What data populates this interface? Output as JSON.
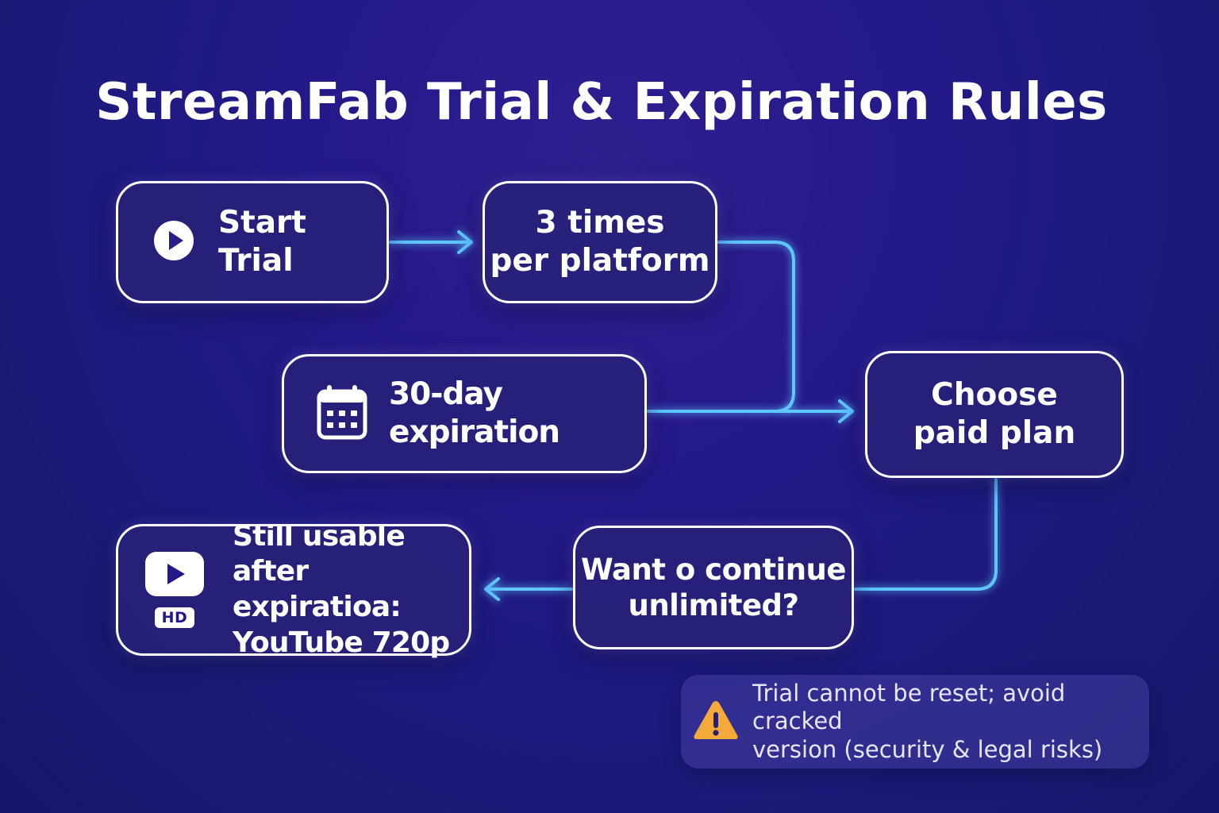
{
  "title": "StreamFab Trial & Expiration Rules",
  "nodes": {
    "start_trial": {
      "label": "Start Trial",
      "icon": "play-circle-icon"
    },
    "times": {
      "line1": "3 times",
      "line2": "per platform"
    },
    "expiration": {
      "label": "30-day expiration",
      "icon": "calendar-icon"
    },
    "paid_plan": {
      "line1": "Choose",
      "line2": "paid plan"
    },
    "want_continue": {
      "line1": "Want o continue",
      "line2": "unlimited?"
    },
    "still_usable": {
      "line1": "Still usable",
      "line2": "after expiratioa:",
      "line3": "YouTube 720p",
      "icon": "youtube-play-icon",
      "badge": "HD"
    }
  },
  "warning": {
    "icon": "warning-triangle-icon",
    "line1": "Trial cannot be reset; avoid cracked",
    "line2": "version (security & legal risks)"
  },
  "colors": {
    "background": "#24198a",
    "connector": "#5fc6ff",
    "warning": "#f4a93b",
    "node_border": "#ffffff"
  }
}
